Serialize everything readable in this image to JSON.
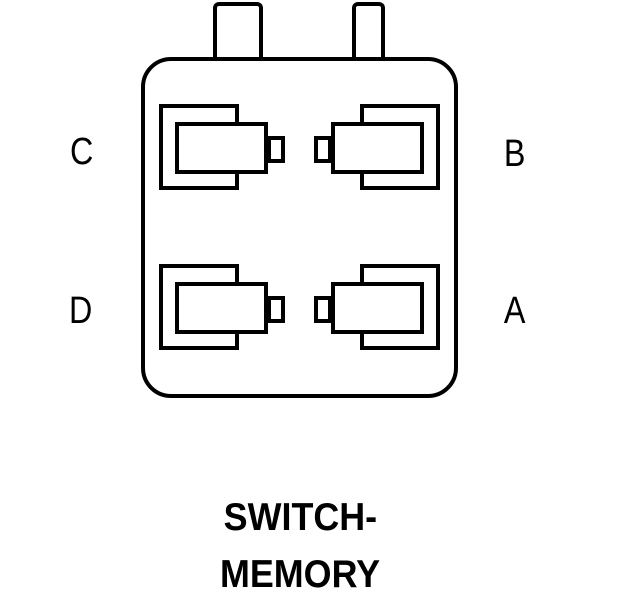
{
  "diagram": {
    "type": "connector-pinout",
    "caption": {
      "line1": "SWITCH-",
      "line2": "MEMORY"
    },
    "pins": [
      {
        "label": "C",
        "position": "top-left"
      },
      {
        "label": "B",
        "position": "top-right"
      },
      {
        "label": "D",
        "position": "bottom-left"
      },
      {
        "label": "A",
        "position": "bottom-right"
      }
    ],
    "colors": {
      "line": "#000000",
      "background": "#ffffff"
    }
  }
}
